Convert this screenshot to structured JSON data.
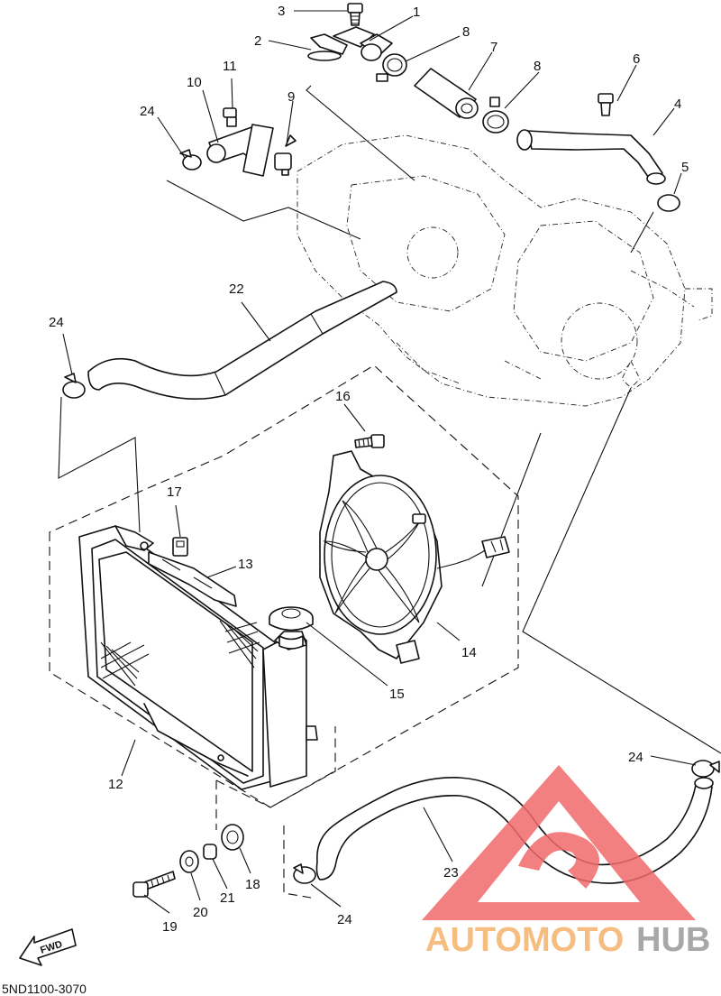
{
  "diagram_code": "5ND1100-3070",
  "fwd_label": "FWD",
  "watermark": {
    "part1": "AUTOMOTO",
    "part2": "HUB",
    "color1": "#f5b26b",
    "color2": "#9a9a9a",
    "logo_color": "#f06a6a"
  },
  "callouts": [
    "1",
    "2",
    "3",
    "4",
    "5",
    "6",
    "7",
    "8",
    "8",
    "9",
    "10",
    "11",
    "12",
    "13",
    "14",
    "15",
    "16",
    "17",
    "18",
    "19",
    "20",
    "21",
    "22",
    "23",
    "24",
    "24",
    "24",
    "24"
  ]
}
